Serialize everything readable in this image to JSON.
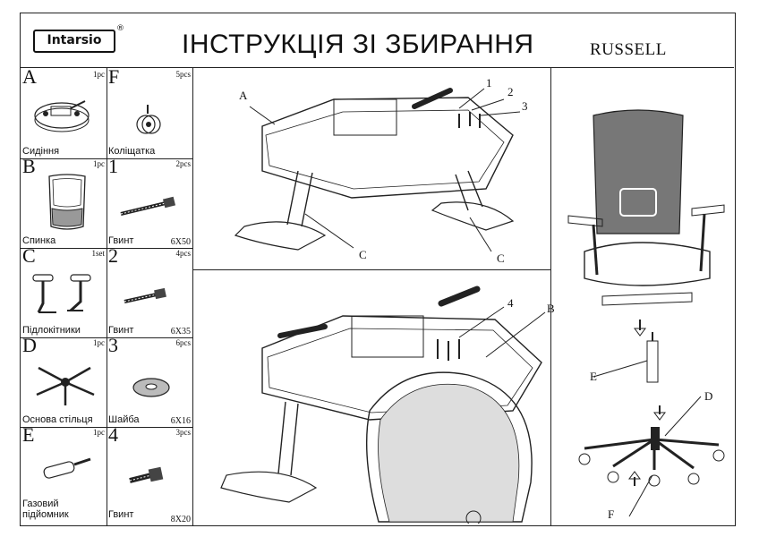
{
  "header": {
    "logo_text": "Intarsio",
    "logo_mark": "®",
    "title": "ІНСТРУКЦІЯ ЗІ ЗБИРАННЯ",
    "model": "RUSSELL"
  },
  "parts": [
    {
      "letter": "A",
      "qty": "1pc",
      "name": "Сидіння",
      "size": "",
      "icon": "seat-mechanism-icon"
    },
    {
      "letter": "F",
      "qty": "5pcs",
      "name": "Коліщатка",
      "size": "",
      "icon": "caster-wheel-icon"
    },
    {
      "letter": "B",
      "qty": "1pc",
      "name": "Спинка",
      "size": "",
      "icon": "backrest-icon"
    },
    {
      "letter": "1",
      "qty": "2pcs",
      "name": "Гвинт",
      "size": "6X50",
      "icon": "long-screw-icon"
    },
    {
      "letter": "C",
      "qty": "1set",
      "name": "Підлокітники",
      "size": "",
      "icon": "armrests-icon"
    },
    {
      "letter": "2",
      "qty": "4pcs",
      "name": "Гвинт",
      "size": "6X35",
      "icon": "screw-icon"
    },
    {
      "letter": "D",
      "qty": "1pc",
      "name": "Основа стільця",
      "size": "",
      "icon": "chair-base-icon"
    },
    {
      "letter": "3",
      "qty": "6pcs",
      "name": "Шайба",
      "size": "6X16",
      "icon": "washer-icon"
    },
    {
      "letter": "E",
      "qty": "1pc",
      "name": "Газовий підйомник",
      "size": "",
      "icon": "gas-lift-icon"
    },
    {
      "letter": "4",
      "qty": "3pcs",
      "name": "Гвинт",
      "size": "8X20",
      "icon": "short-screw-icon"
    }
  ],
  "step1": {
    "labels": [
      "A",
      "1",
      "2",
      "3",
      "C",
      "C"
    ]
  },
  "step2": {
    "labels": [
      "4",
      "B"
    ]
  },
  "step3": {
    "labels": [
      "E",
      "D",
      "F"
    ]
  }
}
